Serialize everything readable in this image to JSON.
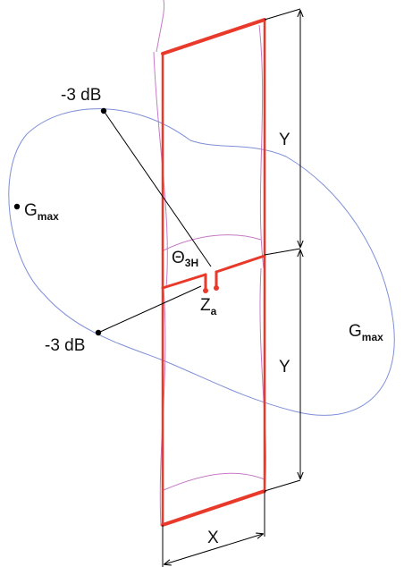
{
  "diagram": {
    "labels": {
      "minus3db_top": "-3 dB",
      "minus3db_bottom": "-3 dB",
      "gmax_left_base": "G",
      "gmax_left_sub": "max",
      "gmax_right_base": "G",
      "gmax_right_sub": "max",
      "y_top": "Y",
      "y_bottom": "Y",
      "x_bottom": "X",
      "theta_base": "Θ",
      "theta_sub": "3H",
      "za_base": "Z",
      "za_sub": "a"
    },
    "colors": {
      "antenna": "#e8392a",
      "pattern": "#7f8fd8",
      "ghost": "#c77ac7",
      "dimension": "#000000"
    }
  }
}
